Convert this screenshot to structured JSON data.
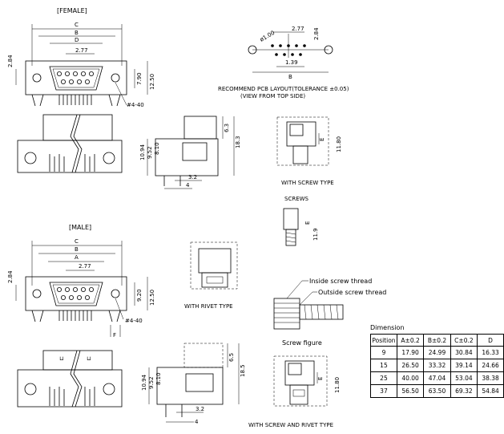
{
  "titles": {
    "female": "[FEMALE]",
    "male": "[MALE]"
  },
  "pcb": {
    "title": "RECOMMEND PCB LAYOUT(TOLERANCE ±0.05)",
    "subtitle": "(VIEW FROM TOP SIDE)",
    "d_hole": "ø1.00",
    "pitch": "2.77",
    "row": "2.84",
    "offset": "1.39",
    "b": "B"
  },
  "female": {
    "c": "C",
    "b": "B",
    "d": "D",
    "pitch": "2.77",
    "h284": "2.84",
    "h790": "7.90",
    "h1250": "12.50",
    "screw": "#4-40",
    "side": {
      "h1094": "10.94",
      "h952": "9.52",
      "h810": "8.10",
      "h63": "6.3",
      "h183": "18.3",
      "w32": "3.2",
      "w4": "4"
    }
  },
  "screw_type": {
    "e": "E",
    "h": "11.80",
    "label": "WITH SCREW TYPE"
  },
  "screws": {
    "title": "SCREWS",
    "e": "E",
    "h": "11.9",
    "inside": "Inside screw thread",
    "outside": "Outside screw thread",
    "figure": "Screw figure"
  },
  "male": {
    "c": "C",
    "b": "B",
    "a": "A",
    "pitch": "2.77",
    "h284": "2.84",
    "h920": "9.20",
    "h1250": "12.50",
    "screw": "#4-40",
    "f": "F",
    "side": {
      "h1094": "10.94",
      "h952": "9.52",
      "h810": "8.10",
      "h65": "6.5",
      "h185": "18.5",
      "w32": "3.2",
      "w4": "4"
    }
  },
  "rivet_type": {
    "label": "WITH RIVET TYPE"
  },
  "screw_rivet": {
    "e": "E",
    "h": "11.80",
    "label": "WITH SCREW AND RIVET TYPE"
  },
  "table": {
    "title": "Dimension",
    "headers": [
      "Position",
      "A±0.2",
      "B±0.2",
      "C±0.2",
      "D"
    ],
    "rows": [
      [
        "9",
        "17.90",
        "24.99",
        "30.84",
        "16.33"
      ],
      [
        "15",
        "26.50",
        "33.32",
        "39.14",
        "24.66"
      ],
      [
        "25",
        "40.00",
        "47.04",
        "53.04",
        "38.38"
      ],
      [
        "37",
        "56.50",
        "63.50",
        "69.32",
        "54.84"
      ]
    ]
  }
}
